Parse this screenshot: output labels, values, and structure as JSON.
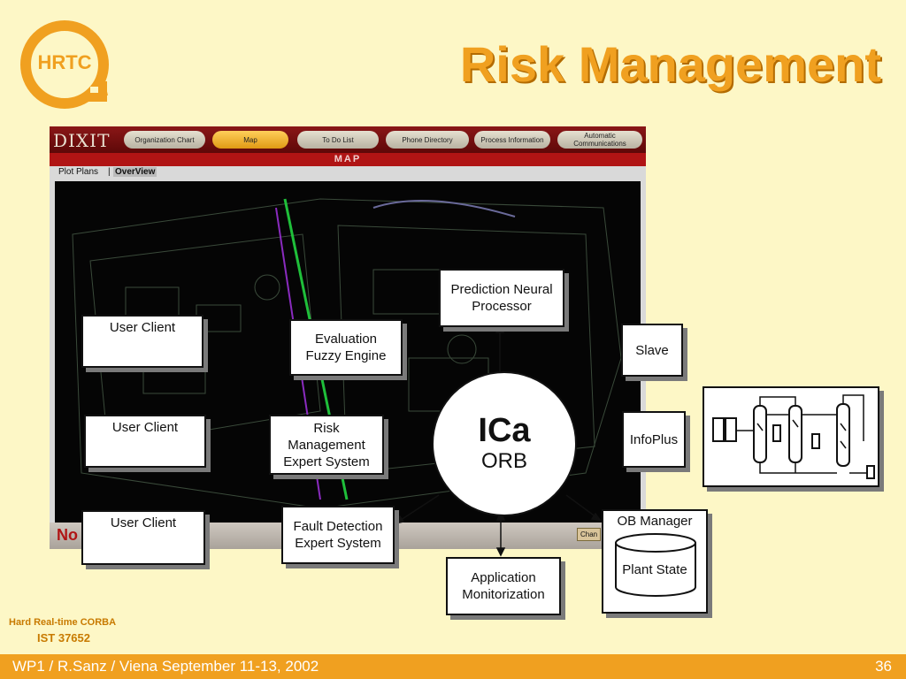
{
  "logo": {
    "text": "HRTC"
  },
  "title": "Risk Management",
  "app": {
    "brand": "DIXIT",
    "tabs": [
      {
        "label": "Organization Chart"
      },
      {
        "label": "Map",
        "active": true
      },
      {
        "label": "To Do List"
      },
      {
        "label": "Phone Directory"
      },
      {
        "label": "Process Information"
      },
      {
        "label": "Automatic Communications"
      }
    ],
    "section": "MAP",
    "subtabs": [
      "Plot Plans",
      "OverView"
    ],
    "bottom_text": "No",
    "bottom_button": "Chan"
  },
  "diagram": {
    "user_client_1": "User Client",
    "user_client_2": "User Client",
    "user_client_3": "User Client",
    "evaluation": "Evaluation Fuzzy Engine",
    "risk": "Risk Management Expert System",
    "fault": "Fault Detection Expert System",
    "prediction": "Prediction Neural Processor",
    "slave": "Slave",
    "infoplus": "InfoPlus",
    "orb_name": "ICa",
    "orb_label": "ORB",
    "app_monitor": "Application Monitorization",
    "ob_manager": "OB Manager",
    "plant_state": "Plant State"
  },
  "footer": {
    "project_line1": "Hard Real-time CORBA",
    "project_line2": "IST 37652",
    "left": "WP1 / R.Sanz / Viena September 11-13, 2002",
    "page": "36"
  },
  "colors": {
    "accent": "#f0a020",
    "background": "#fdf7c6",
    "app_red": "#b01414"
  }
}
